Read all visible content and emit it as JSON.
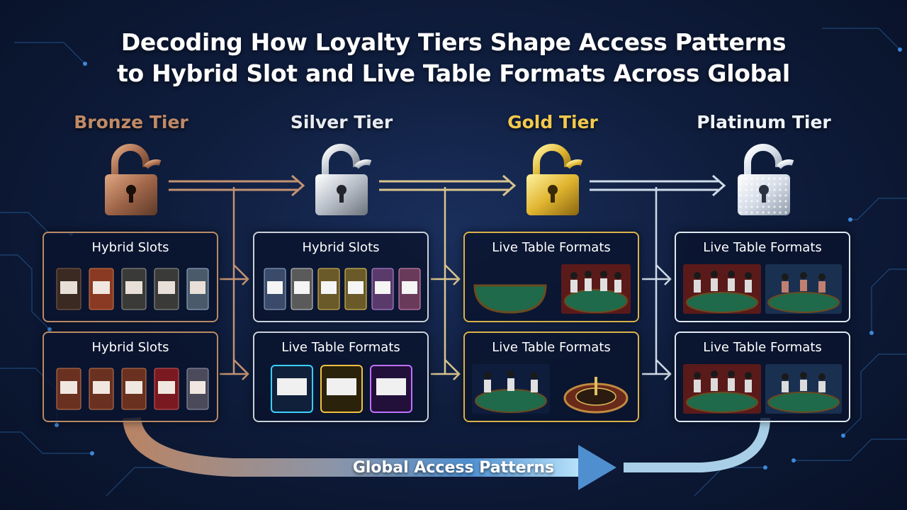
{
  "title": {
    "line1": "Decoding How Loyalty Tiers Shape Access Patterns",
    "line2": "to Hybrid Slot and Live Table Formats Across Global"
  },
  "tiers": [
    {
      "name": "Bronze Tier",
      "color": "#c08a66"
    },
    {
      "name": "Silver Tier",
      "color": "#e8ecf2"
    },
    {
      "name": "Gold Tier",
      "color": "#f2c94c"
    },
    {
      "name": "Platinum Tier",
      "color": "#eef3fa"
    }
  ],
  "boxes": [
    {
      "tier": "bronze",
      "label": "Hybrid Slots",
      "content": "slot-machines"
    },
    {
      "tier": "bronze",
      "label": "Hybrid Slots",
      "content": "slot-machines"
    },
    {
      "tier": "silver",
      "label": "Hybrid Slots",
      "content": "slot-machines"
    },
    {
      "tier": "silver",
      "label": "Live Table Formats",
      "content": "neon-slot-machines"
    },
    {
      "tier": "gold",
      "label": "Live Table Formats",
      "content": "live-tables"
    },
    {
      "tier": "gold",
      "label": "Live Table Formats",
      "content": "live-dealers-roulette"
    },
    {
      "tier": "platinum",
      "label": "Live Table Formats",
      "content": "live-dealers"
    },
    {
      "tier": "platinum",
      "label": "Live Table Formats",
      "content": "live-dealers"
    }
  ],
  "footer": {
    "label": "Global Access Patterns"
  },
  "icons": [
    "padlock-icon",
    "slot-machine-icon",
    "card-table-icon",
    "dealer-icon",
    "roulette-wheel-icon"
  ],
  "colors": {
    "background": "#0f1d3d",
    "bronze": "#b88a66",
    "silver": "#c9d0da",
    "gold": "#d9b24a",
    "platinum": "#dfe9f5",
    "flow_start": "#c08a66",
    "flow_end": "#9fd6f5"
  }
}
